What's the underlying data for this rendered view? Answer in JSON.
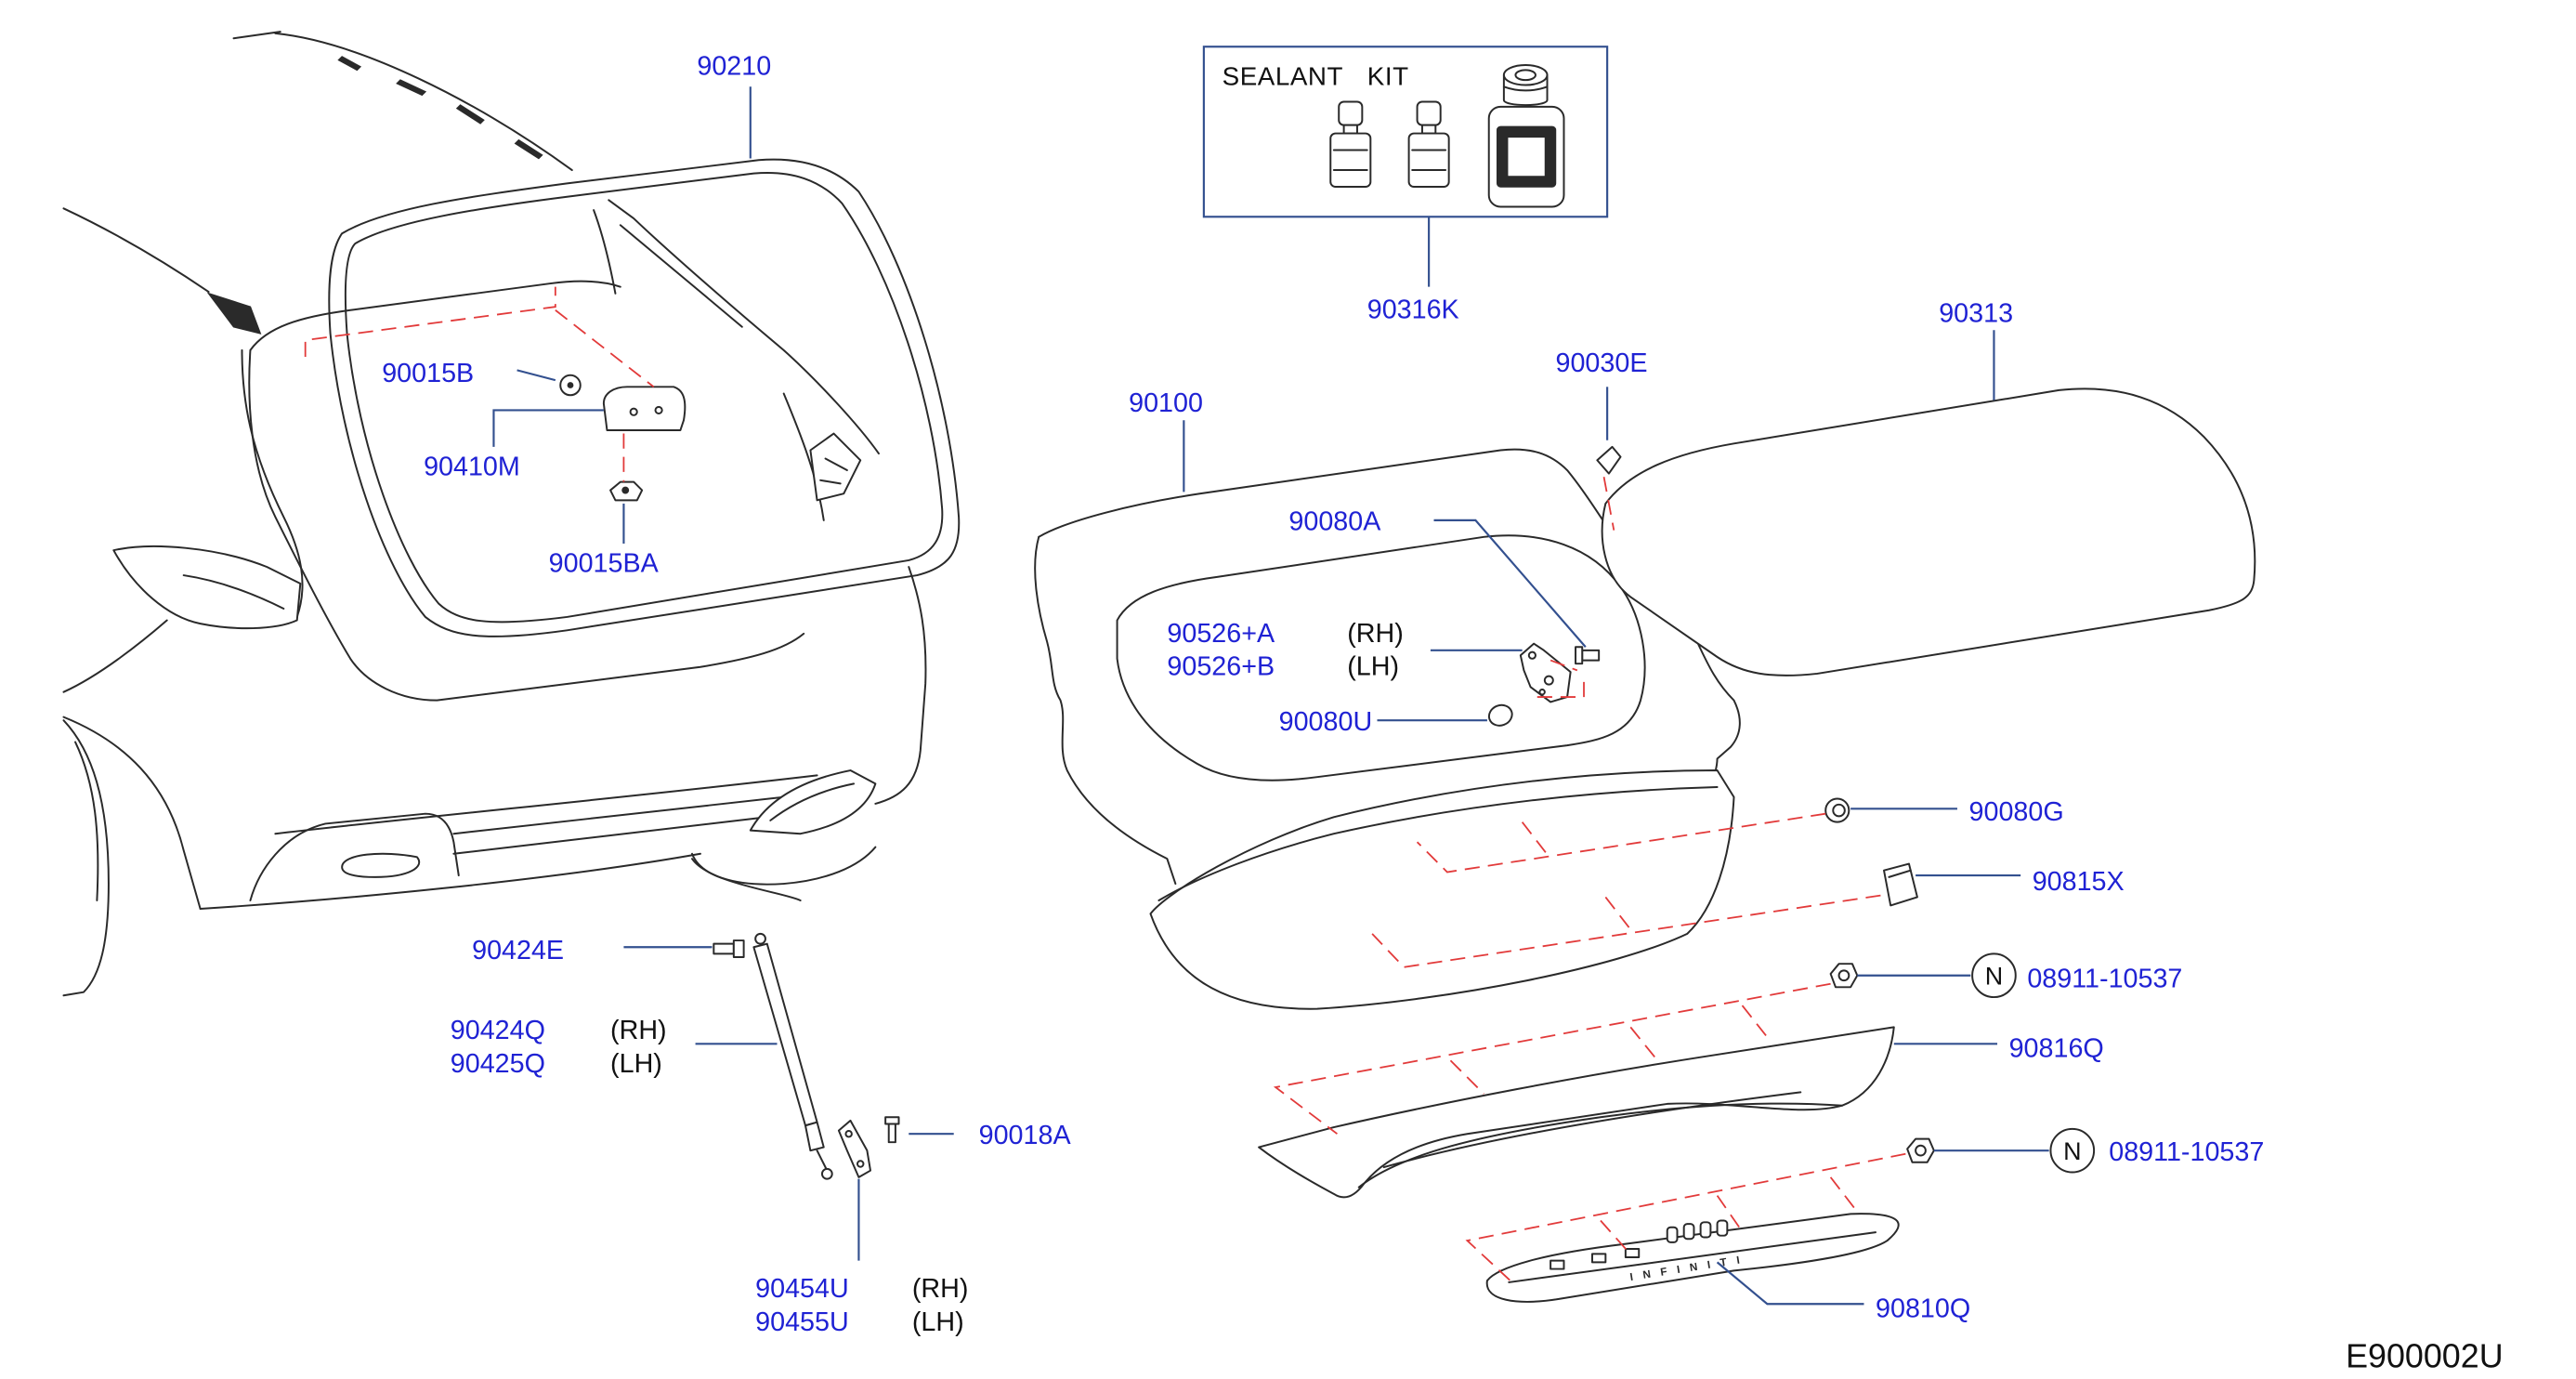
{
  "diagram_code": "E900002U",
  "sealant_kit": {
    "title": "SEALANT KIT",
    "code": "90316K"
  },
  "labels": {
    "p90210": "90210",
    "p90313": "90313",
    "p90030E": "90030E",
    "p90100": "90100",
    "p90080A": "90080A",
    "p90015B": "90015B",
    "p90410M": "90410M",
    "p90015BA": "90015BA",
    "p90526A": "90526+A",
    "p90526A_side": "(RH)",
    "p90526B": "90526+B",
    "p90526B_side": "(LH)",
    "p90080U": "90080U",
    "p90080G": "90080G",
    "p90815X": "90815X",
    "nut1_mark": "N",
    "nut1_code": "08911-10537",
    "p90816Q": "90816Q",
    "nut2_mark": "N",
    "nut2_code": "08911-10537",
    "p90810Q": "90810Q",
    "p90424E": "90424E",
    "p90424Q": "90424Q",
    "p90424Q_side": "(RH)",
    "p90425Q": "90425Q",
    "p90425Q_side": "(LH)",
    "p90018A": "90018A",
    "p90454U": "90454U",
    "p90454U_side": "(RH)",
    "p90455U": "90455U",
    "p90455U_side": "(LH)"
  },
  "emblem_text": "INFINITI",
  "colors": {
    "callout": "#1f22d4",
    "leader": "#33508f",
    "dash": "#e23a3a",
    "line": "#2a2a2a",
    "ink": "#111111"
  }
}
